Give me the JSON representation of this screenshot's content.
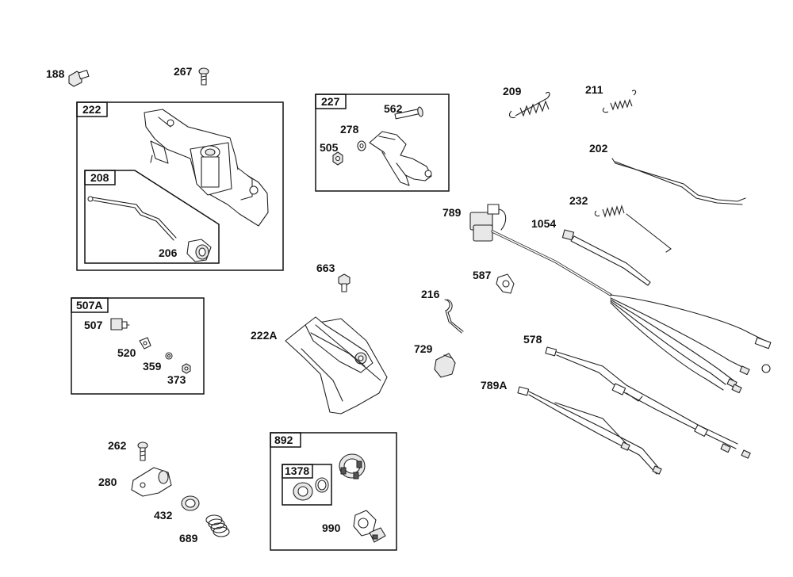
{
  "parts": {
    "p188": "188",
    "p267": "267",
    "p222": "222",
    "p208": "208",
    "p206": "206",
    "p227": "227",
    "p562": "562",
    "p278": "278",
    "p505": "505",
    "p209": "209",
    "p211": "211",
    "p202": "202",
    "p232": "232",
    "p789": "789",
    "p1054": "1054",
    "p587": "587",
    "p663": "663",
    "p216": "216",
    "p729": "729",
    "p578": "578",
    "p789A": "789A",
    "p222A": "222A",
    "p507A": "507A",
    "p507": "507",
    "p520": "520",
    "p359": "359",
    "p373": "373",
    "p262": "262",
    "p280": "280",
    "p432": "432",
    "p689": "689",
    "p892": "892",
    "p1378": "1378",
    "p990": "990"
  }
}
